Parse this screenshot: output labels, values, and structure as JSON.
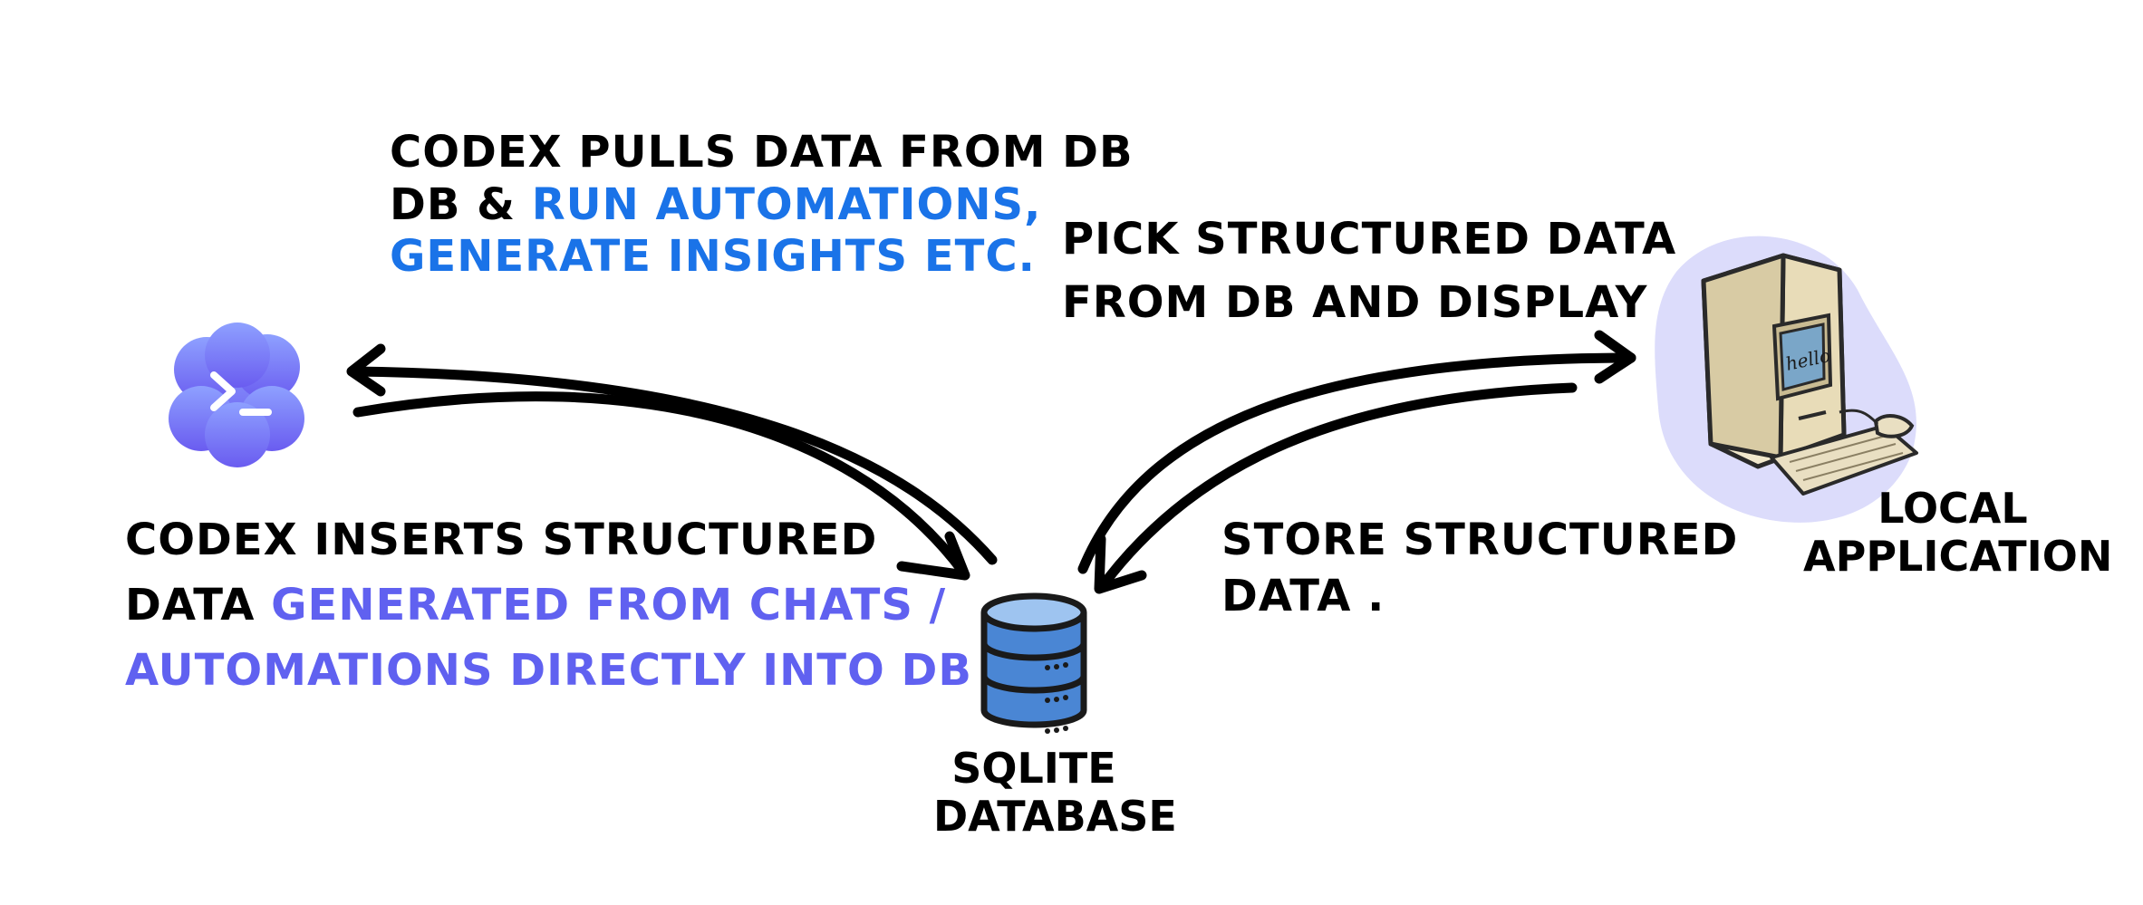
{
  "nodes": {
    "codex": {
      "icon": "codex-terminal-icon",
      "color": "#7b7ff5"
    },
    "database": {
      "icon": "database-cylinder-icon",
      "color": "#4a86d4",
      "label_line1": "SQLITE",
      "label_line2": "DATABASE"
    },
    "local_app": {
      "icon": "vintage-computer-icon",
      "screen_text": "hello",
      "label_line1": "LOCAL",
      "label_line2": "APPLICATION"
    }
  },
  "annotations": {
    "codex_pulls": {
      "line1": "CODEX PULLS DATA FROM DB",
      "line2_plain": "DB & ",
      "line2_highlight": "RUN AUTOMATIONS,",
      "line3_highlight": "GENERATE INSIGHTS ETC."
    },
    "codex_inserts": {
      "line1": "CODEX INSERTS STRUCTURED",
      "line2_plain": "DATA ",
      "line2_highlight": "GENERATED FROM CHATS /",
      "line3_highlight": "AUTOMATIONS DIRECTLY INTO DB"
    },
    "pick_structured": {
      "line1": "PICK STRUCTURED DATA",
      "line2": "FROM DB AND DISPLAY"
    },
    "store_structured": {
      "line1": "STORE STRUCTURED",
      "line2": "DATA ."
    }
  },
  "colors": {
    "ink": "#000000",
    "highlight_blue": "#1a73e8",
    "highlight_purple": "#6061f0"
  }
}
